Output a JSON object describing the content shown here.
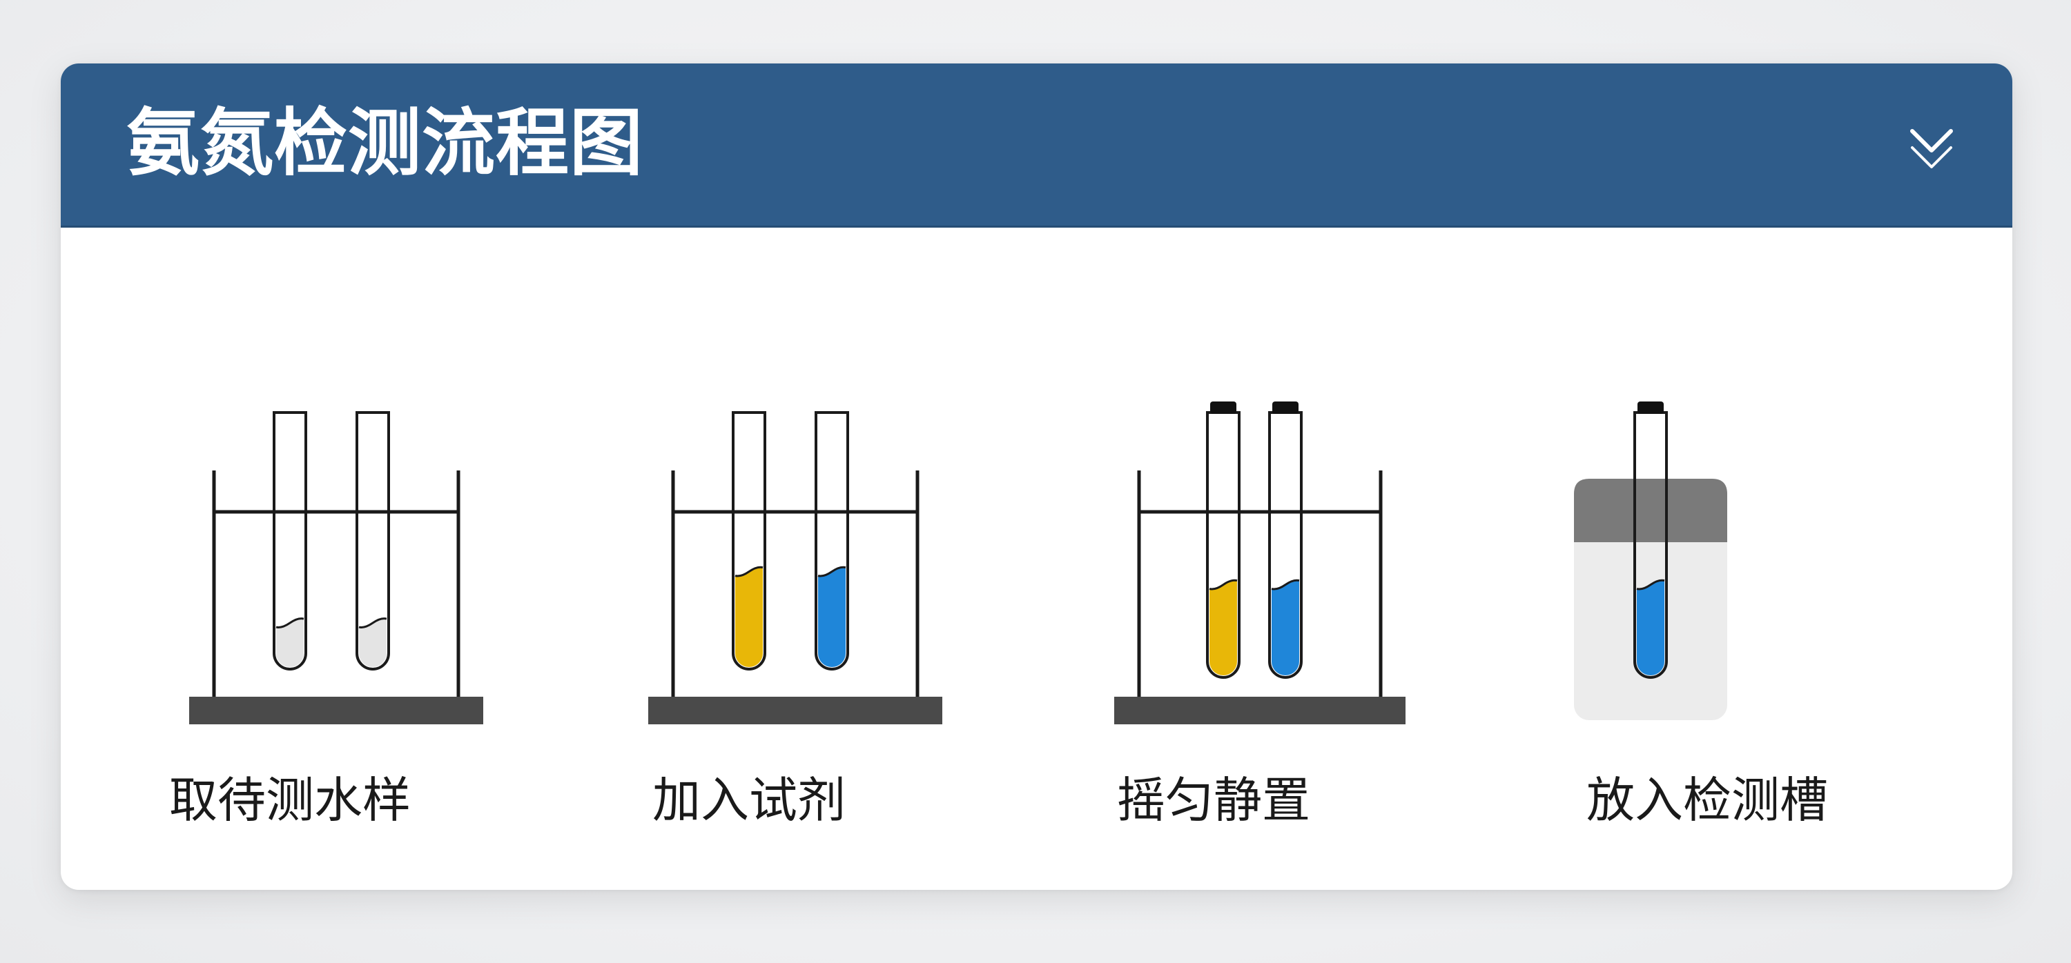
{
  "header": {
    "title": "氨氮检测流程图",
    "collapse_icon": "chevron-double-down-icon"
  },
  "steps": [
    {
      "label": "取待测水样",
      "tubes": [
        "#e4e4e4",
        "#e4e4e4"
      ],
      "fill_level": [
        0.18,
        0.18
      ],
      "capped": false
    },
    {
      "label": "加入试剂",
      "tubes": [
        "#e8b708",
        "#1f86d9"
      ],
      "fill_level": [
        0.38,
        0.38
      ],
      "capped": false
    },
    {
      "label": "摇匀静置",
      "tubes": [
        "#e8b708",
        "#1f86d9"
      ],
      "fill_level": [
        0.35,
        0.35
      ],
      "capped": true
    },
    {
      "label": "放入检测槽",
      "tubes": [
        "#1f86d9"
      ],
      "fill_level": [
        0.35
      ],
      "capped": true
    }
  ],
  "colors": {
    "header_bg": "#2f5c8a",
    "yellow": "#e8b708",
    "blue": "#1f86d9",
    "rack_base": "#4a4a4a",
    "slot_top": "#7a7a7a"
  }
}
